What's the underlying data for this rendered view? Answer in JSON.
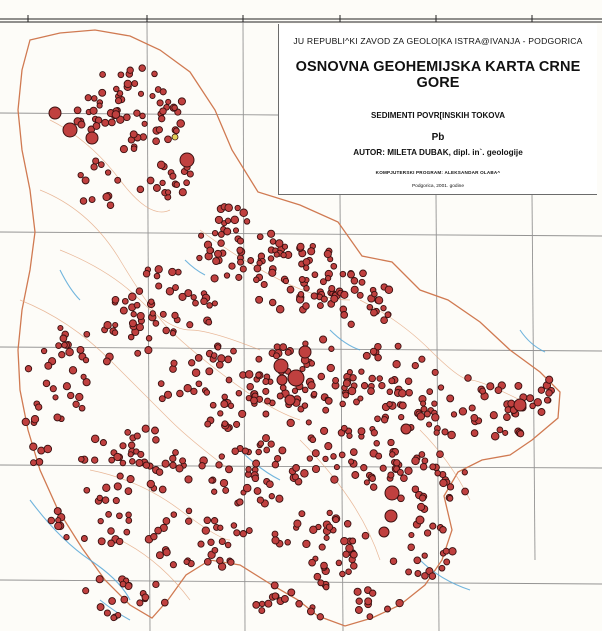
{
  "map": {
    "institute": "JU REPUBLI^KI ZAVOD ZA GEOLO[KA ISTRA@IVANJA - PODGORICA",
    "title": "OSNOVNA GEOHEMIJSKA KARTA CRNE GORE",
    "subject": "SEDIMENTI POVR[INSKIH TOKOVA",
    "element": "Pb",
    "author": "AUTOR: MILETA DUBAK, dipl. in`. geologije",
    "program": "KOMPJUTERSKI PROGRAM: ALEKSANDAR OLABA^",
    "place_date": "Podgorica, 2001. godine"
  },
  "colors": {
    "marker_fill": "#c0403f",
    "marker_stroke": "#3a1010",
    "accent_marker": "#e1d25a",
    "border_line": "#d07a52",
    "river": "#58a8d8",
    "grid": "#7a7a7a"
  }
}
